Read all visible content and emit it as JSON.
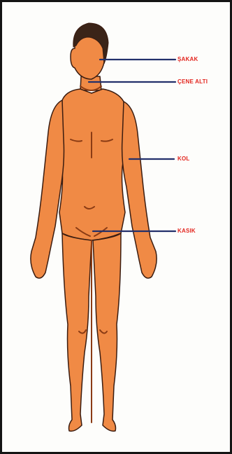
{
  "labels": {
    "temple": "ŞAKAK",
    "under_chin": "ÇENE ALTI",
    "arm": "KOL",
    "groin": "KASIK"
  },
  "colors": {
    "skin": "#f08a45",
    "skin_shadow": "#c9632a",
    "outline": "#3a1c10",
    "hair": "#3b2418",
    "pointer_line": "#23306b",
    "label_text": "#e3261f",
    "frame": "#141414",
    "background": "#fdfdfb"
  }
}
